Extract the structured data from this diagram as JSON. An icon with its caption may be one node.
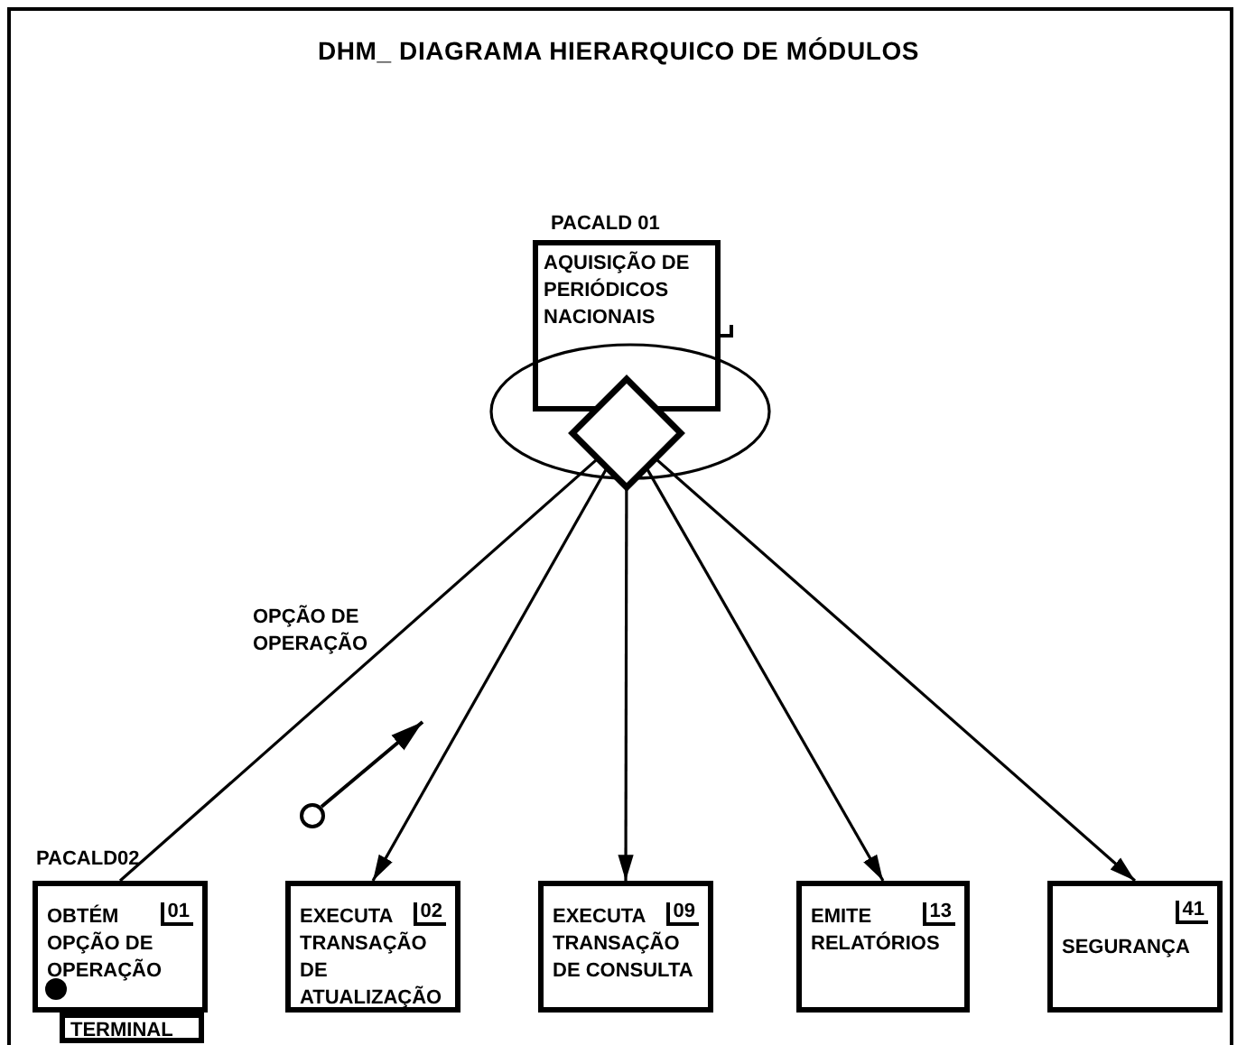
{
  "diagram": {
    "title": "DHM_ DIAGRAMA HIERARQUICO DE MÓDULOS",
    "nodes": [
      {
        "text": [
          "AQUISIÇÃO DE PERIÓDICOS NACIONAIS"
        ],
        "beside": [
          "PACALD 01"
        ]
      },
      {
        "text": [],
        "shape": "ellipse"
      },
      {
        "text": [],
        "shape": "diamond",
        "in": 1
      },
      {
        "text": [
          "OBTÉM OPÇÃO DE OPERAÇÃO",
          "01"
        ],
        "beside": [
          "PACALD02"
        ]
      },
      {
        "text": [
          "TERMINAL"
        ]
      },
      {
        "text": [
          "EXECUTA TRANSAÇÃO DE ATUALIZAÇÃO",
          "02"
        ]
      },
      {
        "text": [
          "EXECUTA TRANSAÇÃO DE CONSULTA",
          "09"
        ]
      },
      {
        "text": [
          "EMITE RELATÓRIOS",
          "13"
        ]
      },
      {
        "text": [
          "41",
          "SEGURANÇA"
        ]
      }
    ],
    "edges": [
      {
        "from": 2,
        "to": 3,
        "arrow": "none"
      },
      {
        "from": 2,
        "to": 5,
        "arrow": "to"
      },
      {
        "from": 2,
        "to": 6,
        "arrow": "to"
      },
      {
        "from": 2,
        "to": 7,
        "arrow": "to"
      },
      {
        "from": 2,
        "to": 8,
        "arrow": "to"
      }
    ],
    "labels": [
      "OPÇÃO DE OPERAÇÃO"
    ]
  }
}
